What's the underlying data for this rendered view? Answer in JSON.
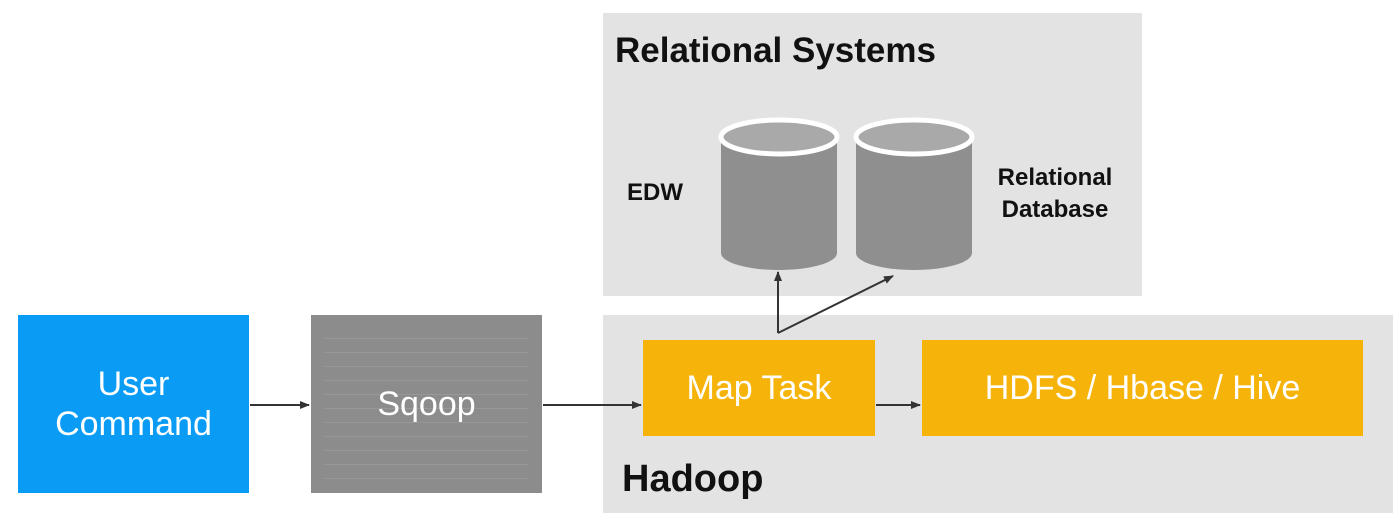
{
  "relational_systems": {
    "title": "Relational Systems",
    "edw_label": "EDW",
    "reldb_label_line1": "Relational",
    "reldb_label_line2": "Database"
  },
  "hadoop": {
    "title": "Hadoop",
    "map_task": "Map Task",
    "storage": "HDFS / Hbase / Hive"
  },
  "user_command": {
    "line1": "User",
    "line2": "Command"
  },
  "sqoop": "Sqoop",
  "colors": {
    "user_command": "#0a9cf5",
    "sqoop": "#8c8c8c",
    "hadoop_task": "#f6b40a",
    "panel": "#e3e3e3",
    "cylinder": "#8f8f8f",
    "arrow": "#333333"
  }
}
